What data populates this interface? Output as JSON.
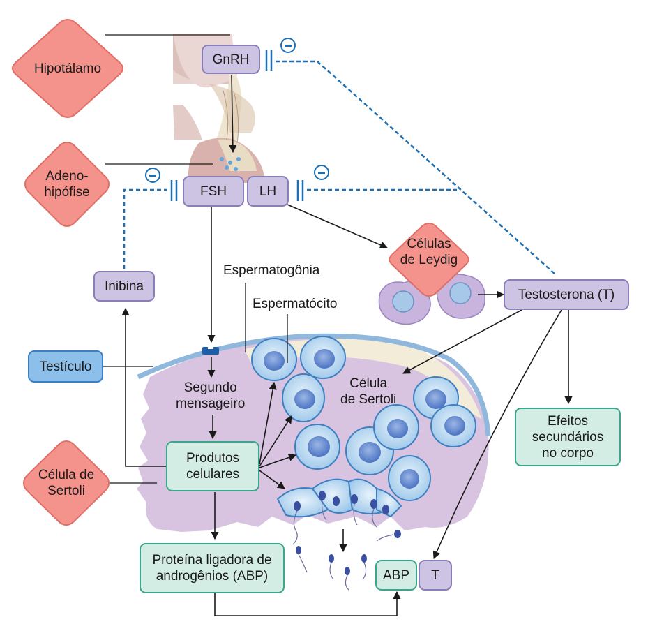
{
  "title": "",
  "nodes": {
    "hipotalamo": "Hipotálamo",
    "adenohipofise_l1": "Adeno-",
    "adenohipofise_l2": "hipófise",
    "gnrh": "GnRH",
    "fsh": "FSH",
    "lh": "LH",
    "inibina": "Inibina",
    "leydig_l1": "Células",
    "leydig_l2": "de Leydig",
    "testosterona": "Testosterona (T)",
    "testiculo": "Testículo",
    "celula_sertoli_diamond_l1": "Célula de",
    "celula_sertoli_diamond_l2": "Sertoli",
    "espermatogonia": "Espermatogônia",
    "espermatocito": "Espermatócito",
    "celula_sertoli_label_l1": "Célula",
    "celula_sertoli_label_l2": "de Sertoli",
    "segundo_l1": "Segundo",
    "segundo_l2": "mensageiro",
    "produtos_l1": "Produtos",
    "produtos_l2": "celulares",
    "efeitos_l1": "Efeitos",
    "efeitos_l2": "secundários",
    "efeitos_l3": "no corpo",
    "abp_long_l1": "Proteína ligadora de",
    "abp_long_l2": "androgênios (ABP)",
    "abp": "ABP",
    "t": "T"
  },
  "colors": {
    "diamond_fill": "#f4938c",
    "purple_fill": "#ccc4e2",
    "green_fill": "#d3ede5",
    "blue_fill": "#8cc0ea",
    "inhibition": "#1d6fb5"
  }
}
